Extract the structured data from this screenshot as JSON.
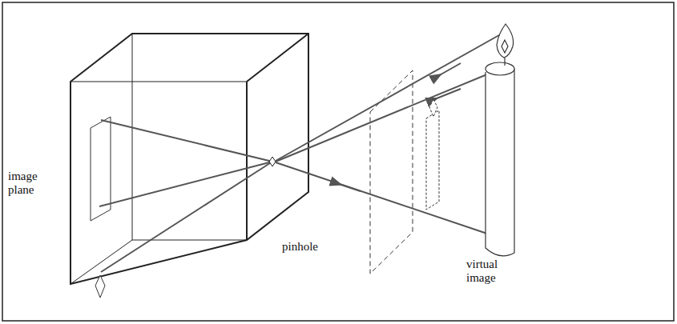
{
  "diagram": {
    "labels": [
      "image plane",
      "pinhole",
      "virtual image"
    ]
  }
}
